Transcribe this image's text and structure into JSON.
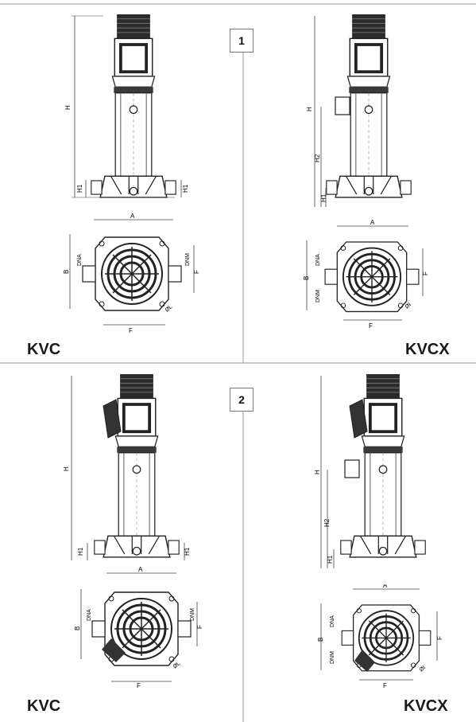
{
  "panels": [
    {
      "number": "1",
      "left_model": "KVC",
      "right_model": "KVCX"
    },
    {
      "number": "2",
      "left_model": "KVC",
      "right_model": "KVCX"
    }
  ],
  "dimension_labels": {
    "H": "H",
    "H1": "H1",
    "H2": "H2",
    "A": "A",
    "B": "B",
    "F": "F",
    "DNA": "DNA",
    "DNM": "DNM",
    "L": "ØL",
    "I": "ØI"
  }
}
